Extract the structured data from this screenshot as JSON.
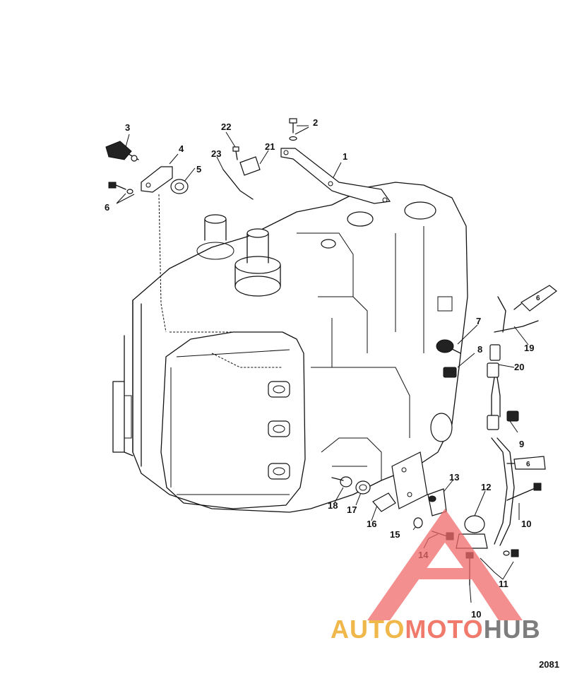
{
  "figure_number": "2081",
  "watermark": {
    "part1": "AUTO",
    "part2": "MOTO",
    "part3": "HUB",
    "colors": {
      "part1": "#f0b84a",
      "part2": "#f07a6c",
      "part3": "#7d7d7d",
      "triangle": "#f06a6a"
    }
  },
  "callouts": [
    {
      "id": "c1",
      "label": "1"
    },
    {
      "id": "c2",
      "label": "2"
    },
    {
      "id": "c3",
      "label": "3"
    },
    {
      "id": "c4",
      "label": "4"
    },
    {
      "id": "c5",
      "label": "5"
    },
    {
      "id": "c6",
      "label": "6"
    },
    {
      "id": "c7",
      "label": "7"
    },
    {
      "id": "c8",
      "label": "8"
    },
    {
      "id": "c9",
      "label": "9"
    },
    {
      "id": "c10a",
      "label": "10"
    },
    {
      "id": "c10b",
      "label": "10"
    },
    {
      "id": "c11",
      "label": "11"
    },
    {
      "id": "c12",
      "label": "12"
    },
    {
      "id": "c13",
      "label": "13"
    },
    {
      "id": "c14",
      "label": "14"
    },
    {
      "id": "c15",
      "label": "15"
    },
    {
      "id": "c16",
      "label": "16"
    },
    {
      "id": "c17",
      "label": "17"
    },
    {
      "id": "c18",
      "label": "18"
    },
    {
      "id": "c19",
      "label": "19"
    },
    {
      "id": "c20",
      "label": "20"
    },
    {
      "id": "c21",
      "label": "21"
    },
    {
      "id": "c22",
      "label": "22"
    },
    {
      "id": "c23",
      "label": "23"
    }
  ],
  "lubricant_tags": [
    {
      "id": "t1",
      "label": "6"
    },
    {
      "id": "t2",
      "label": "6"
    }
  ]
}
